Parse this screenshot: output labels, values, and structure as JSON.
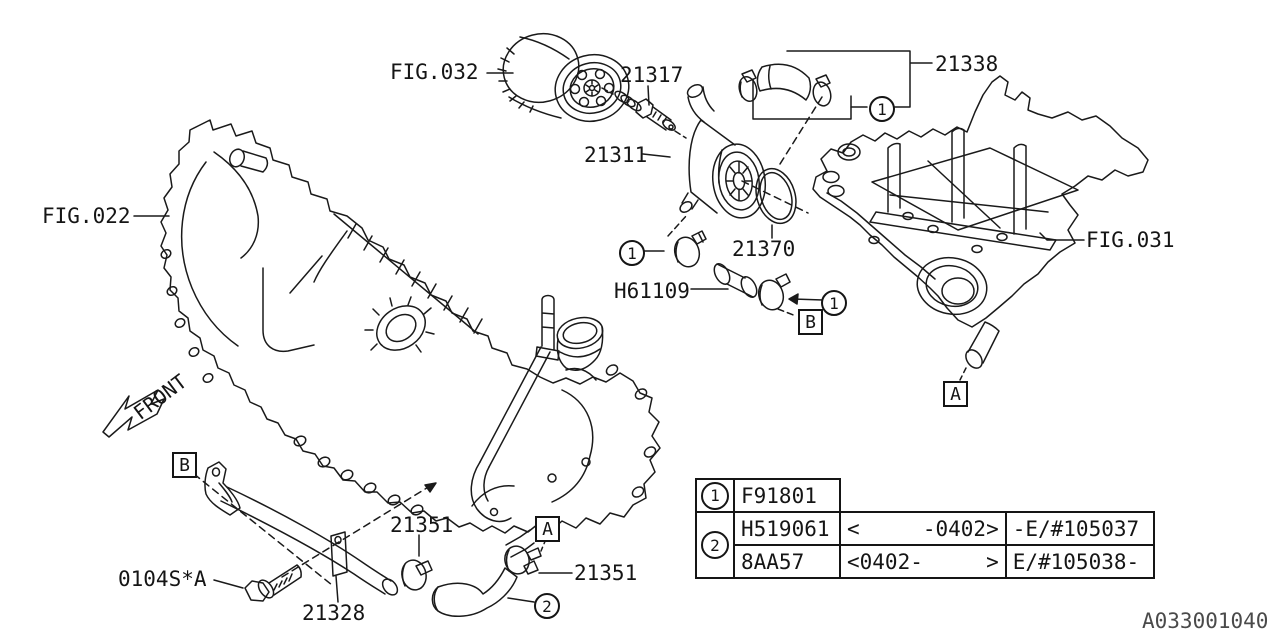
{
  "figure_refs": {
    "fig022": "FIG.022",
    "fig031": "FIG.031",
    "fig032": "FIG.032"
  },
  "parts": {
    "connector": "21317",
    "oil_cooler": "21311",
    "hose_assembly": "21338",
    "o_ring": "21370",
    "hose_h": "H61109",
    "water_pipe": "21328",
    "clamp_left": "21351",
    "clamp_right": "21351",
    "bolt": "0104S*A"
  },
  "callouts": {
    "a": "A",
    "b": "B",
    "one": "1",
    "two": "2"
  },
  "front_label": "FRONT",
  "drawing_number": "A033001040",
  "table": {
    "rows": [
      {
        "ref": "1",
        "part": "F91801",
        "range": "",
        "serial": ""
      },
      {
        "ref": "2",
        "part": "H519061",
        "range": "<     -0402>",
        "serial": "-E/#105037"
      },
      {
        "part": "8AA57",
        "range": "<0402-     >",
        "serial": "E/#105038-"
      }
    ]
  }
}
